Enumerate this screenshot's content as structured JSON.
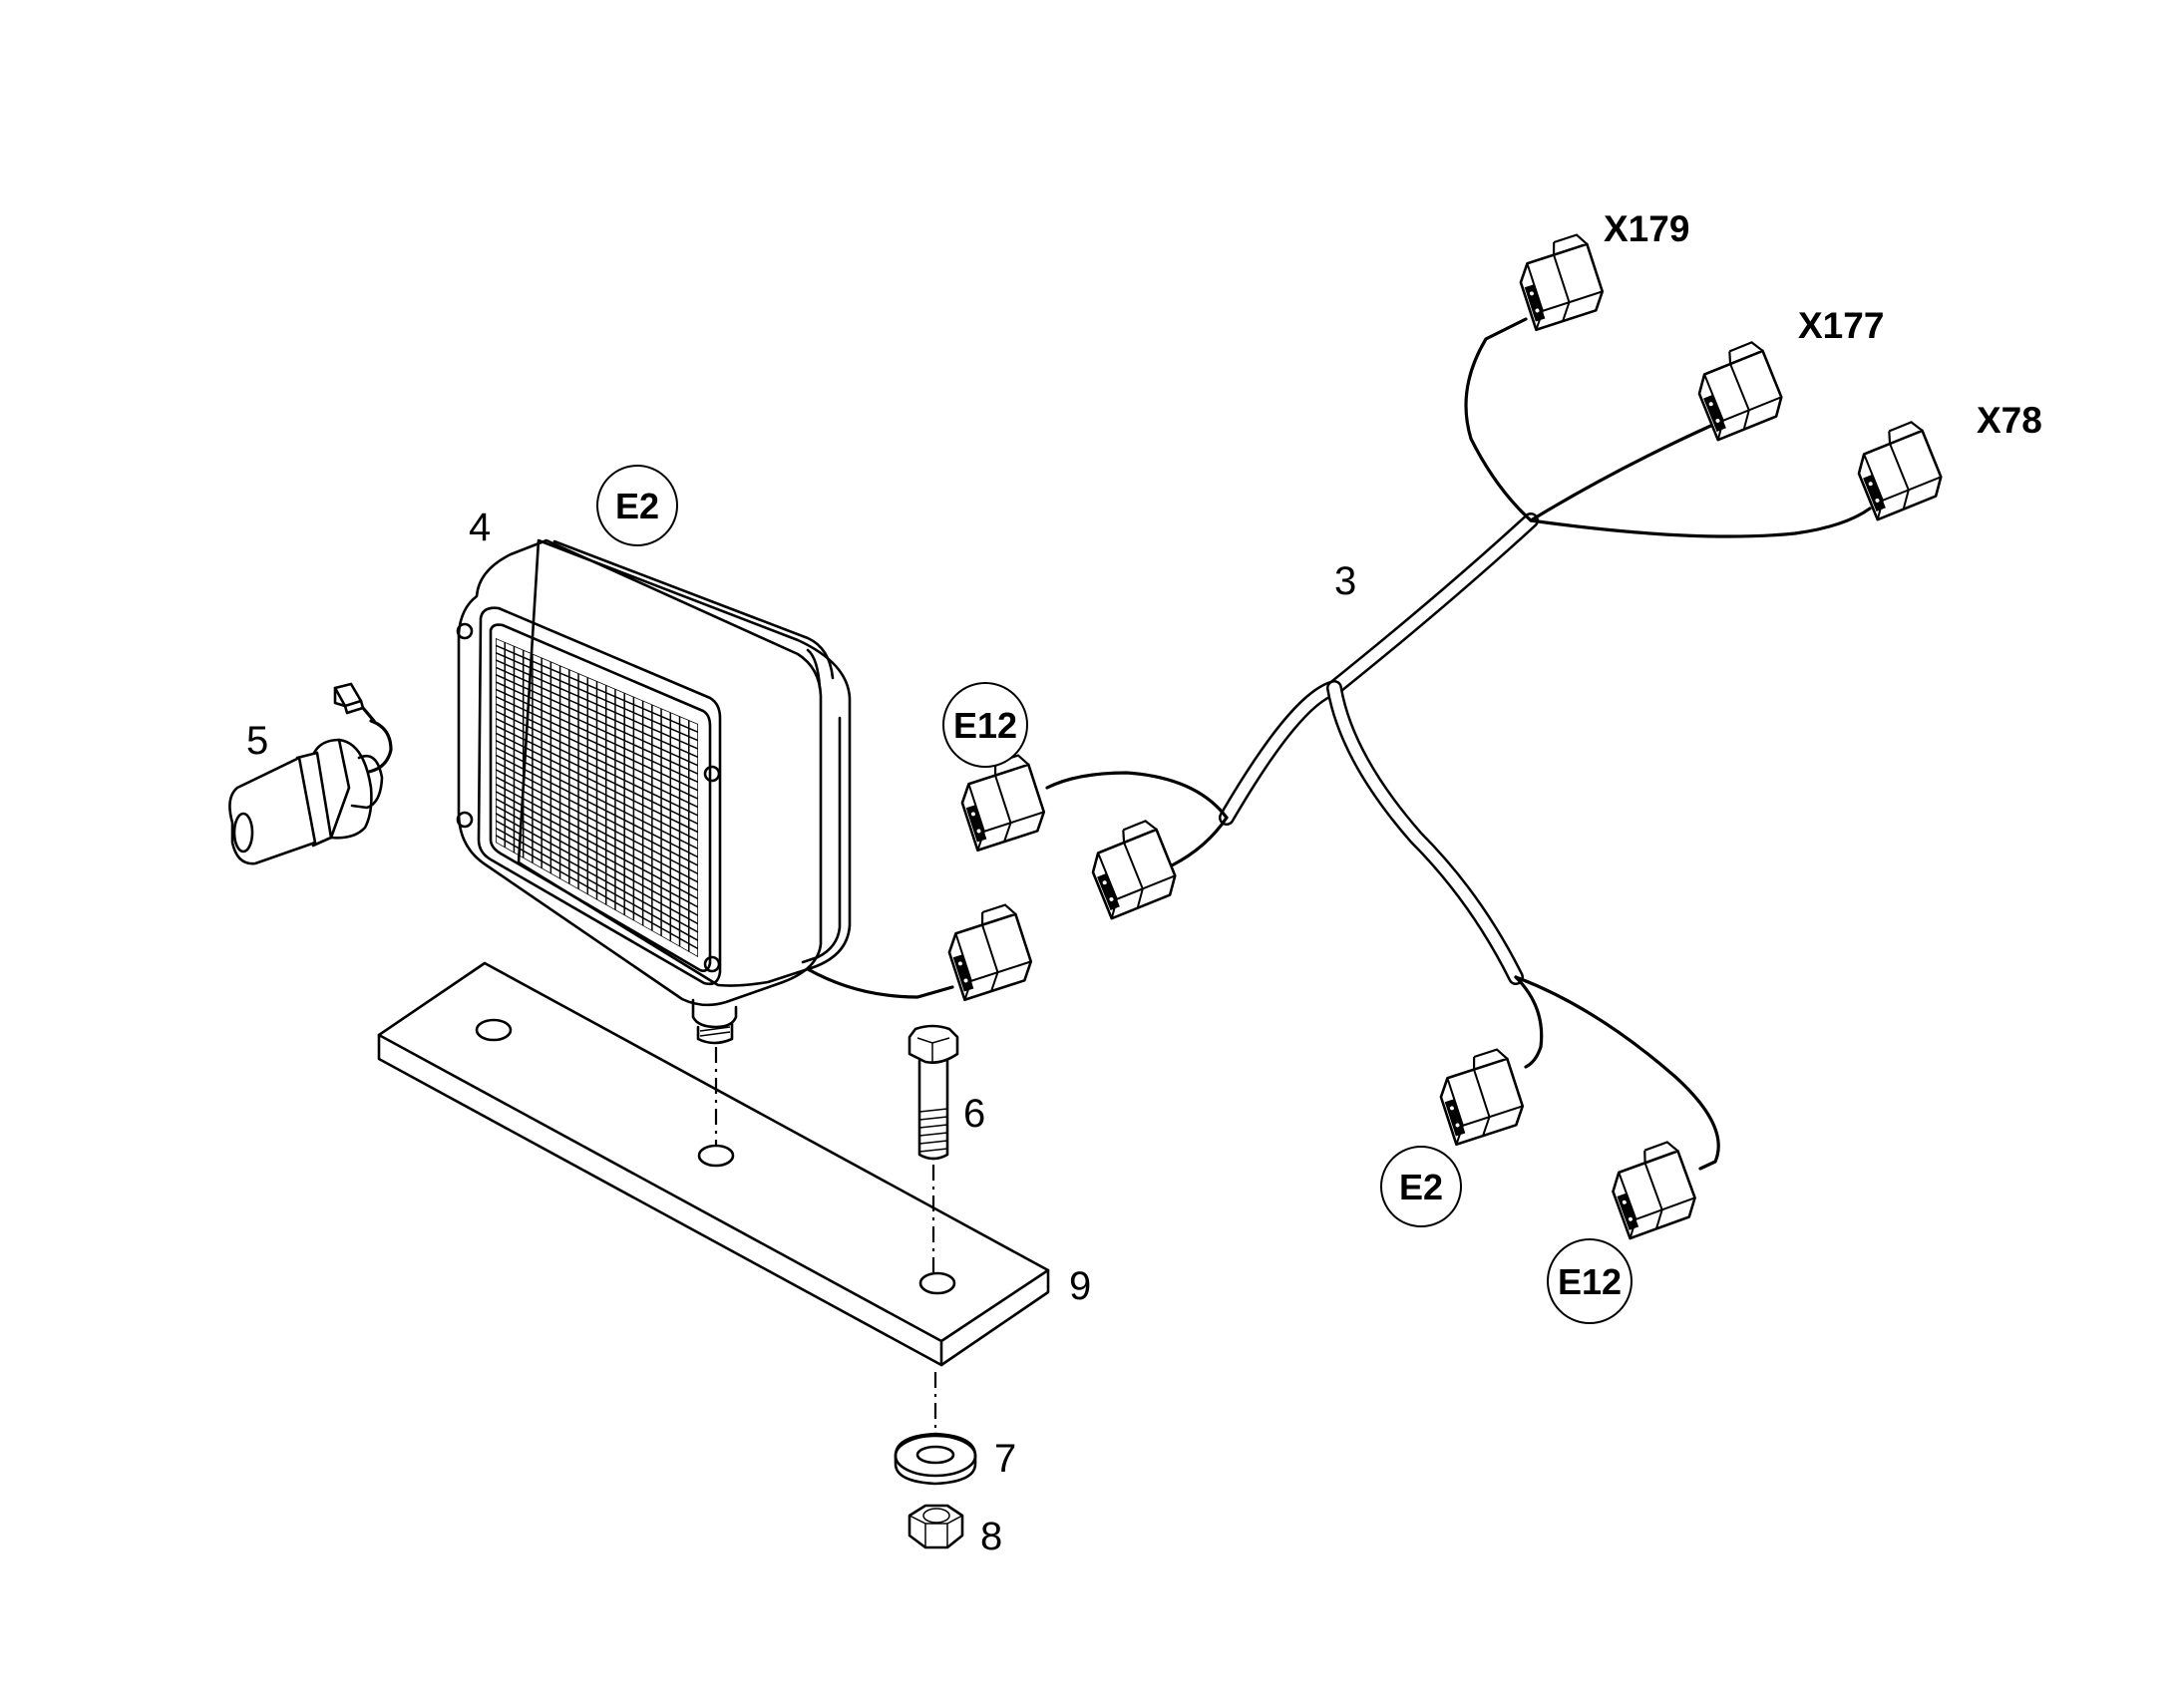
{
  "part_numbers": {
    "harness": "3",
    "work_light": "4",
    "bulb": "5",
    "bolt": "6",
    "washer": "7",
    "nut": "8",
    "bracket": "9"
  },
  "connector_labels": {
    "x179": "X179",
    "x177": "X177",
    "x78": "X78"
  },
  "callouts": {
    "e2_light": "E2",
    "e12_plug": "E12",
    "e2_harness": "E2",
    "e12_harness": "E12"
  }
}
